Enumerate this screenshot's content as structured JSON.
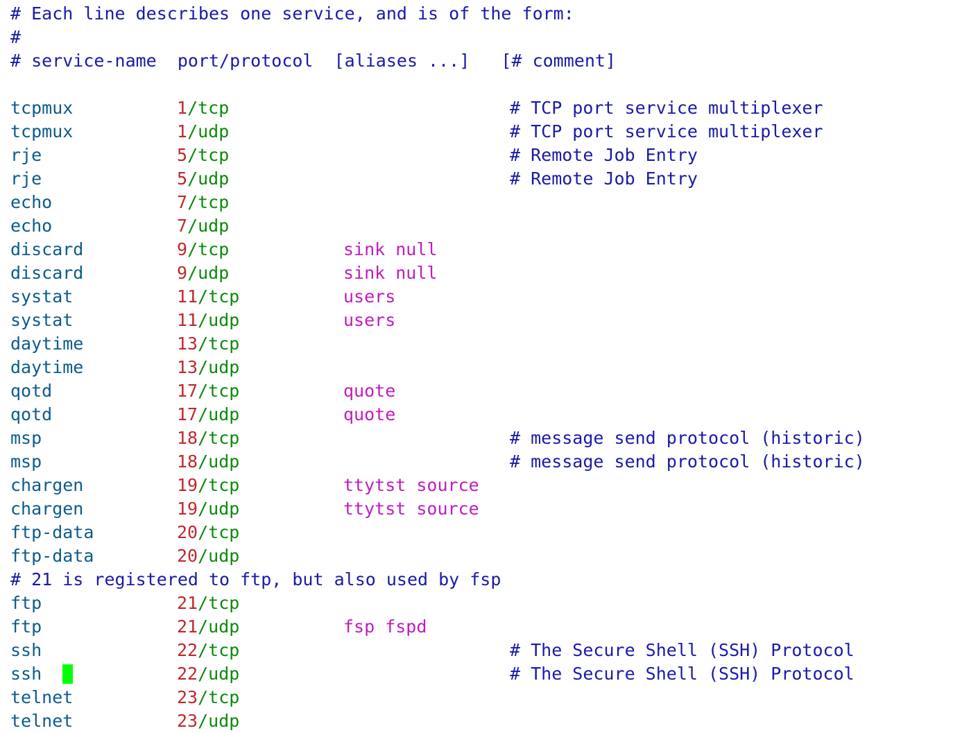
{
  "header": [
    "# Each line describes one service, and is of the form:",
    "#",
    "# service-name  port/protocol  [aliases ...]   [# comment]",
    ""
  ],
  "entries": [
    {
      "service": "tcpmux",
      "port": "1",
      "protocol": "tcp",
      "aliases": "",
      "comment": "# TCP port service multiplexer"
    },
    {
      "service": "tcpmux",
      "port": "1",
      "protocol": "udp",
      "aliases": "",
      "comment": "# TCP port service multiplexer"
    },
    {
      "service": "rje",
      "port": "5",
      "protocol": "tcp",
      "aliases": "",
      "comment": "# Remote Job Entry"
    },
    {
      "service": "rje",
      "port": "5",
      "protocol": "udp",
      "aliases": "",
      "comment": "# Remote Job Entry"
    },
    {
      "service": "echo",
      "port": "7",
      "protocol": "tcp",
      "aliases": "",
      "comment": ""
    },
    {
      "service": "echo",
      "port": "7",
      "protocol": "udp",
      "aliases": "",
      "comment": ""
    },
    {
      "service": "discard",
      "port": "9",
      "protocol": "tcp",
      "aliases": "sink null",
      "comment": ""
    },
    {
      "service": "discard",
      "port": "9",
      "protocol": "udp",
      "aliases": "sink null",
      "comment": ""
    },
    {
      "service": "systat",
      "port": "11",
      "protocol": "tcp",
      "aliases": "users",
      "comment": ""
    },
    {
      "service": "systat",
      "port": "11",
      "protocol": "udp",
      "aliases": "users",
      "comment": ""
    },
    {
      "service": "daytime",
      "port": "13",
      "protocol": "tcp",
      "aliases": "",
      "comment": ""
    },
    {
      "service": "daytime",
      "port": "13",
      "protocol": "udp",
      "aliases": "",
      "comment": ""
    },
    {
      "service": "qotd",
      "port": "17",
      "protocol": "tcp",
      "aliases": "quote",
      "comment": ""
    },
    {
      "service": "qotd",
      "port": "17",
      "protocol": "udp",
      "aliases": "quote",
      "comment": ""
    },
    {
      "service": "msp",
      "port": "18",
      "protocol": "tcp",
      "aliases": "",
      "comment": "# message send protocol (historic)"
    },
    {
      "service": "msp",
      "port": "18",
      "protocol": "udp",
      "aliases": "",
      "comment": "# message send protocol (historic)"
    },
    {
      "service": "chargen",
      "port": "19",
      "protocol": "tcp",
      "aliases": "ttytst source",
      "comment": ""
    },
    {
      "service": "chargen",
      "port": "19",
      "protocol": "udp",
      "aliases": "ttytst source",
      "comment": ""
    },
    {
      "service": "ftp-data",
      "port": "20",
      "protocol": "tcp",
      "aliases": "",
      "comment": ""
    },
    {
      "service": "ftp-data",
      "port": "20",
      "protocol": "udp",
      "aliases": "",
      "comment": ""
    },
    {
      "comment_line": "# 21 is registered to ftp, but also used by fsp"
    },
    {
      "service": "ftp",
      "port": "21",
      "protocol": "tcp",
      "aliases": "",
      "comment": ""
    },
    {
      "service": "ftp",
      "port": "21",
      "protocol": "udp",
      "aliases": "fsp fspd",
      "comment": ""
    },
    {
      "service": "ssh",
      "port": "22",
      "protocol": "tcp",
      "aliases": "",
      "comment": "# The Secure Shell (SSH) Protocol"
    },
    {
      "service": "ssh",
      "port": "22",
      "protocol": "udp",
      "aliases": "",
      "comment": "# The Secure Shell (SSH) Protocol",
      "cursor": true
    },
    {
      "service": "telnet",
      "port": "23",
      "protocol": "tcp",
      "aliases": "",
      "comment": ""
    },
    {
      "service": "telnet",
      "port": "23",
      "protocol": "udp",
      "aliases": "",
      "comment": ""
    }
  ],
  "colors": {
    "comment": "#1a1aa8",
    "service": "#0b5c8c",
    "port": "#c0282e",
    "protocol": "#0a8a0a",
    "aliases": "#c01cc0",
    "cursor": "#00ff00"
  }
}
